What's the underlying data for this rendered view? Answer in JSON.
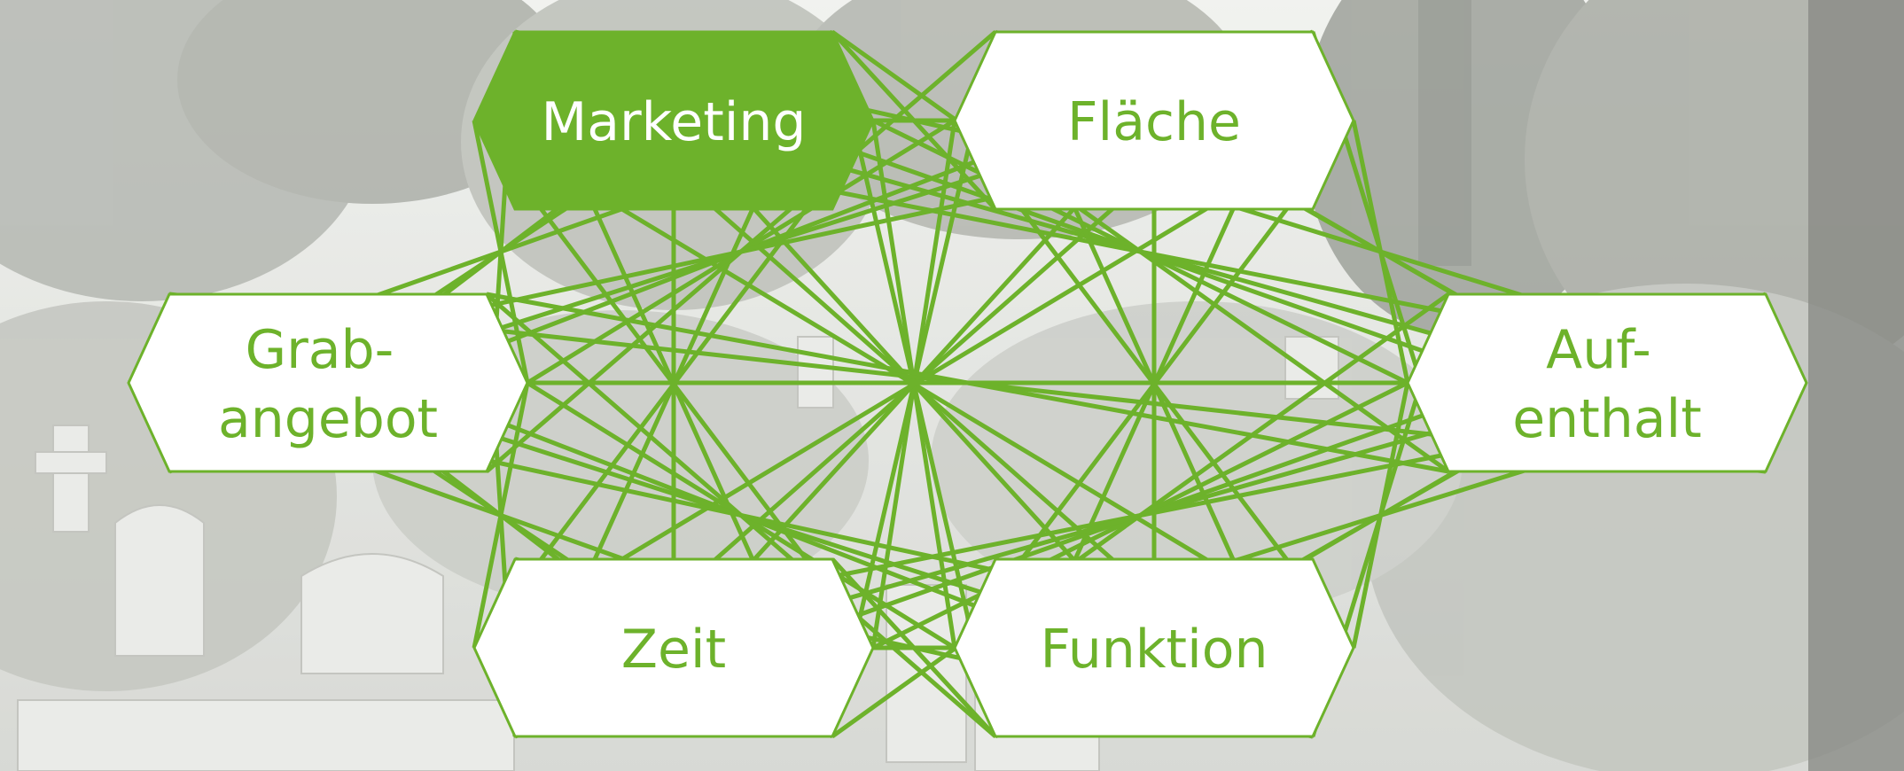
{
  "diagram": {
    "accent_color": "#6db22b",
    "highlight_node": "marketing",
    "nodes": [
      {
        "id": "marketing",
        "lines": [
          "Marketing"
        ],
        "highlighted": true
      },
      {
        "id": "flaeche",
        "lines": [
          "Fläche"
        ],
        "highlighted": false
      },
      {
        "id": "grabangebot",
        "lines": [
          "Grab-",
          "angebot"
        ],
        "highlighted": false
      },
      {
        "id": "aufenthalt",
        "lines": [
          "Auf-",
          "enthalt"
        ],
        "highlighted": false
      },
      {
        "id": "zeit",
        "lines": [
          "Zeit"
        ],
        "highlighted": false
      },
      {
        "id": "funktion",
        "lines": [
          "Funktion"
        ],
        "highlighted": false
      }
    ],
    "connections": "all-to-all"
  },
  "background": {
    "description_icon": "cemetery-photo-grayscale"
  }
}
